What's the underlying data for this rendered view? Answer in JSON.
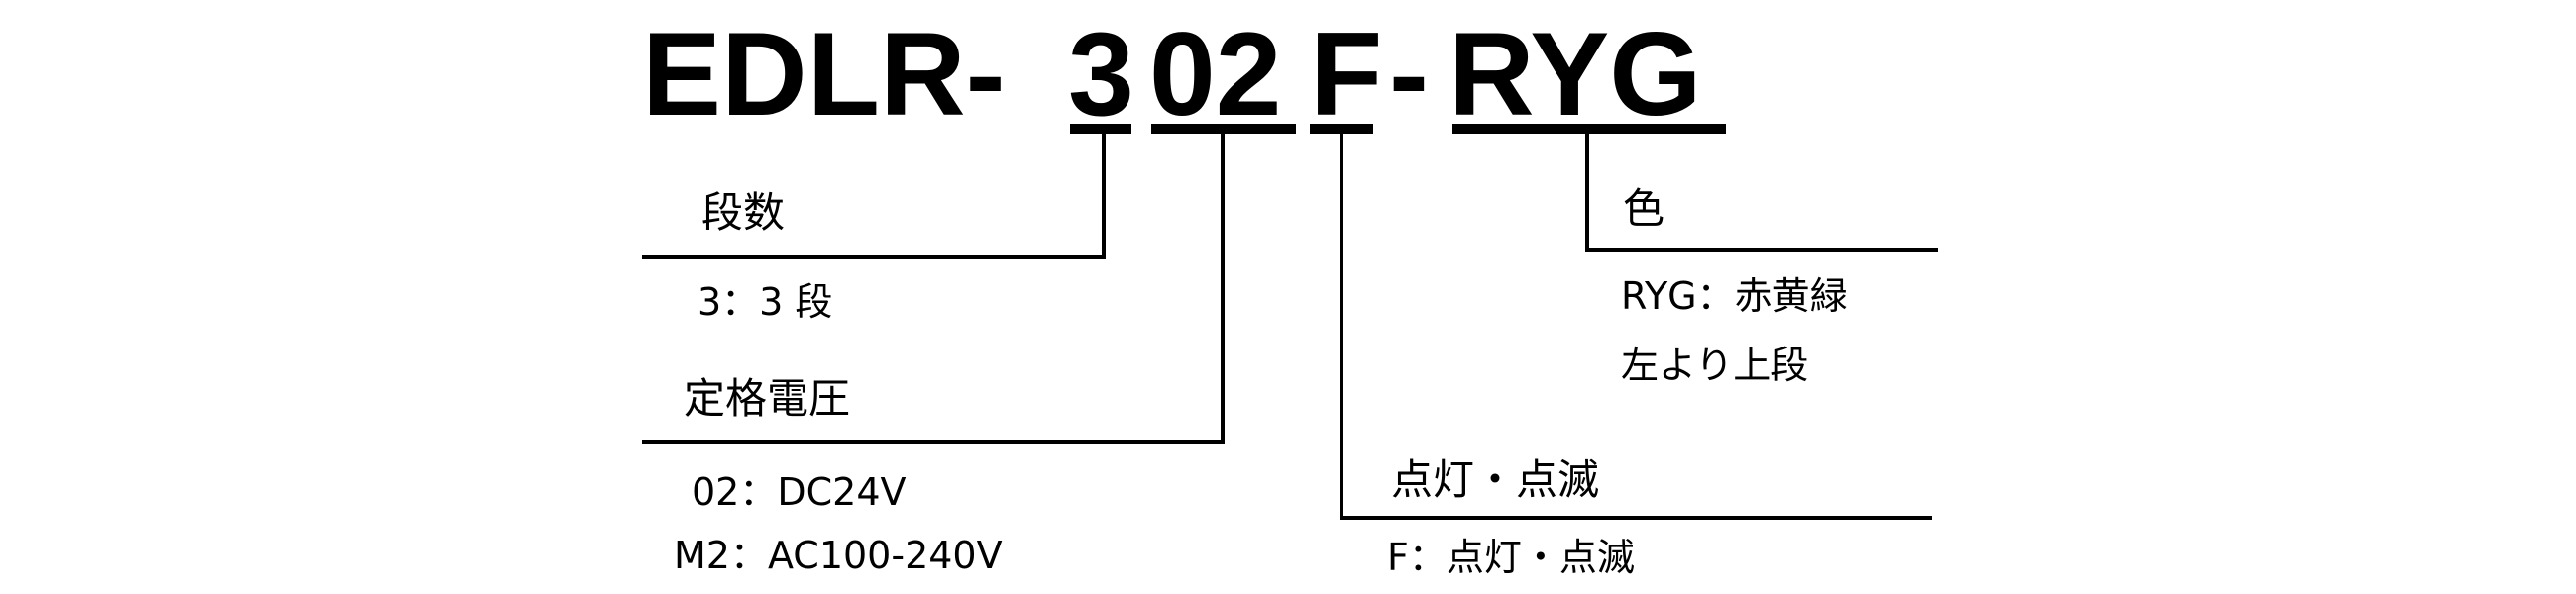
{
  "model_code": {
    "prefix": "EDLR-",
    "tiers": "3",
    "voltage": "02",
    "lighting": "F",
    "separator": "-",
    "color": "RYG"
  },
  "tiers_section": {
    "heading": "段数",
    "options": [
      "3：3 段"
    ]
  },
  "voltage_section": {
    "heading": "定格電圧",
    "options": [
      "02：DC24V",
      "M2：AC100-240V"
    ]
  },
  "lighting_section": {
    "heading": "点灯・点滅",
    "options": [
      "F：点灯・点滅"
    ]
  },
  "color_section": {
    "heading": "色",
    "options": [
      "RYG：赤黄緑",
      "左より上段"
    ]
  }
}
